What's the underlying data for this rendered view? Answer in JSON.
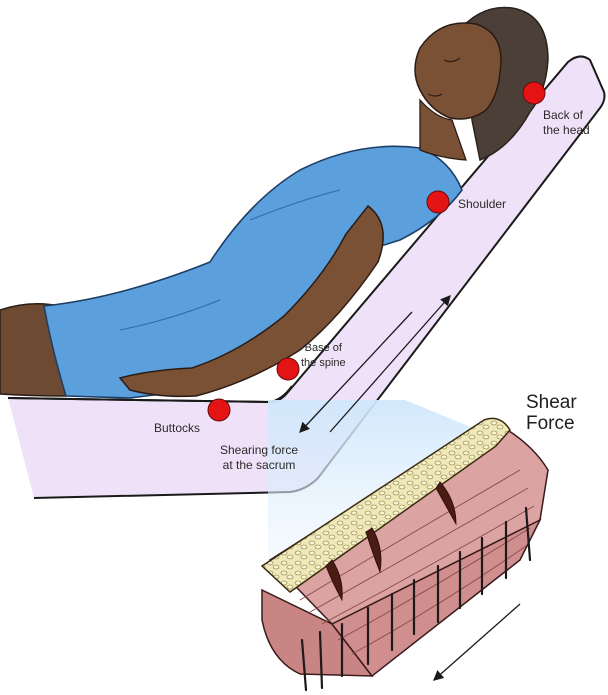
{
  "labels": {
    "back_of_head": "Back of\nthe head",
    "shoulder": "Shoulder",
    "base_of_spine": "Base of\nthe spine",
    "buttocks": "Buttocks",
    "shearing_force": "Shearing force\nat the sacrum",
    "shear_force_title": "Shear\nForce"
  },
  "colors": {
    "pressure_point": "#e41414",
    "bed": "#efe2f8",
    "gown": "#5b9fdc",
    "skin": "#7a5136",
    "hair": "#4a3d35",
    "tissue_pink": "#d99b9a",
    "fat_layer": "#ede6b5"
  },
  "pressure_points": [
    "back-of-head",
    "shoulder",
    "base-of-spine",
    "buttocks"
  ]
}
